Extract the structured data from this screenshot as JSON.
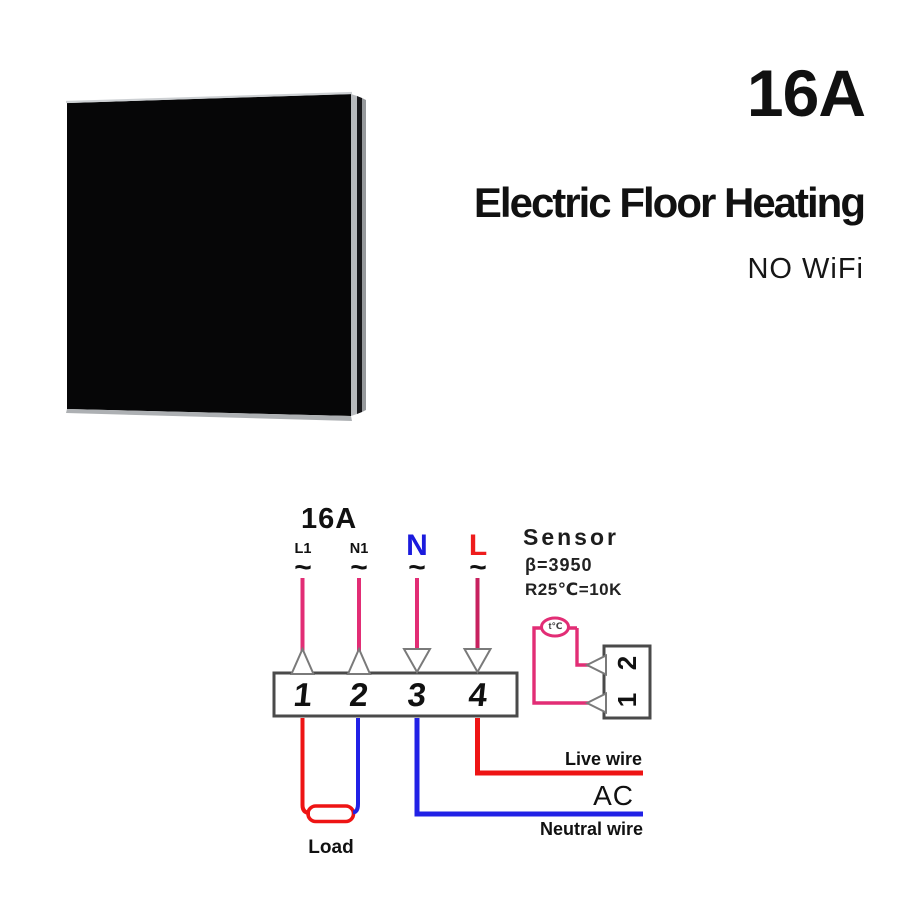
{
  "header": {
    "rating": "16A",
    "title": "Electric Floor Heating",
    "subtitle": "NO WiFi"
  },
  "device": {
    "panel_color": "#060607",
    "edge_color": "#b7babd"
  },
  "diagram": {
    "rating_label": "16A",
    "wires": [
      {
        "label": "L1",
        "tilde": "~"
      },
      {
        "label": "N1",
        "tilde": "~"
      },
      {
        "label": "N",
        "tilde": "~"
      },
      {
        "label": "L",
        "tilde": "~"
      }
    ],
    "terminals": [
      "1",
      "2",
      "3",
      "4"
    ],
    "sensor": {
      "title": "Sensor",
      "beta": "β=3950",
      "r25": "R25℃=10K",
      "probe": "t℃",
      "terminals": [
        "2",
        "1"
      ]
    },
    "load_label": "Load",
    "live_label": "Live wire",
    "ac_label": "AC",
    "neutral_label": "Neutral wire",
    "colors": {
      "wire_pink": "#e22d75",
      "wire_pink_dark": "#c7215f",
      "live_red": "#ee1414",
      "neutral_blue": "#2121e6",
      "label_blue": "#1b1bdd",
      "label_red": "#ee1c1c",
      "text_dark": "#111111",
      "outline_gray": "#4a4a4a",
      "arrow_gray": "#7a7a7a"
    }
  }
}
